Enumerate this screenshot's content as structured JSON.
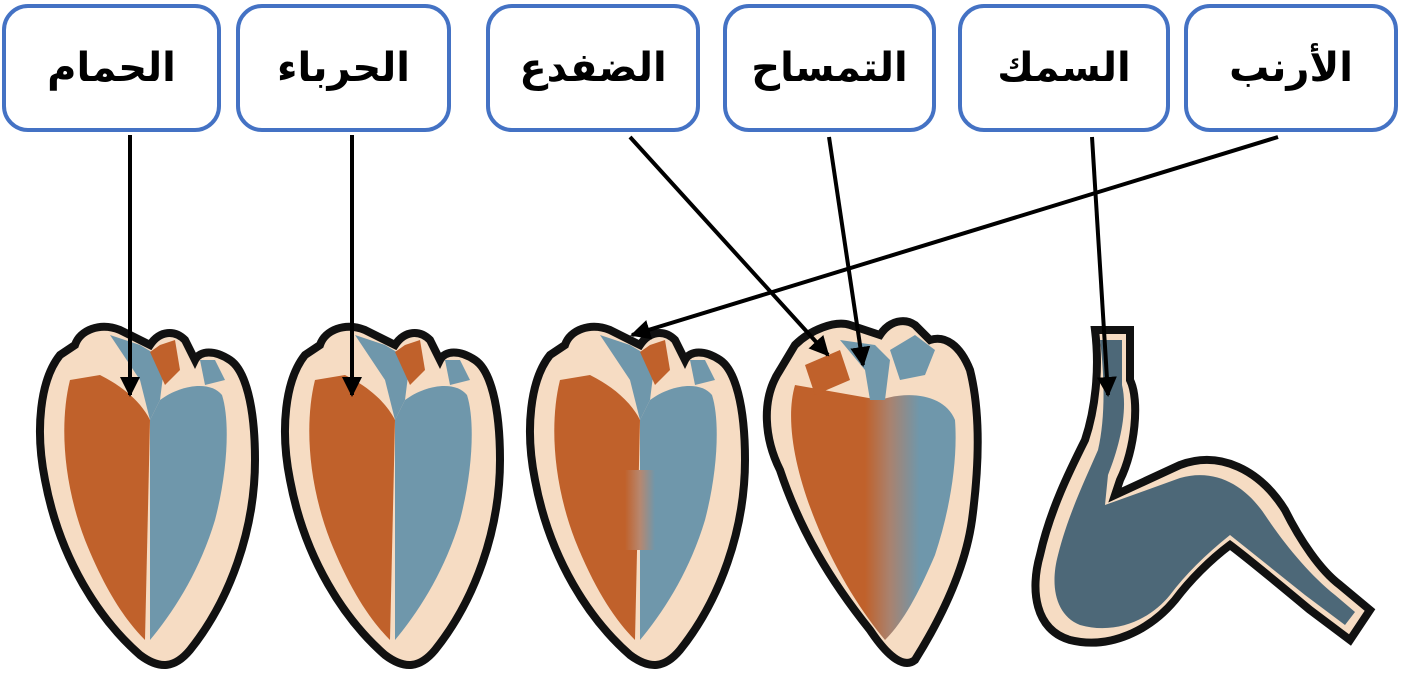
{
  "labels": {
    "pigeon": "الحمام",
    "chameleon": "الحرباء",
    "frog": "الضفدع",
    "crocodile": "التمساح",
    "fish": "السمك",
    "rabbit": "الأرنب"
  },
  "colors": {
    "box_border": "#4472c4",
    "oxygenated_blood": "#c0612b",
    "deoxygenated_blood": "#6f97ab",
    "fish_blood": "#4d6878",
    "heart_tissue": "#f6dcc3",
    "outline": "#111111",
    "arrow": "#000000"
  }
}
